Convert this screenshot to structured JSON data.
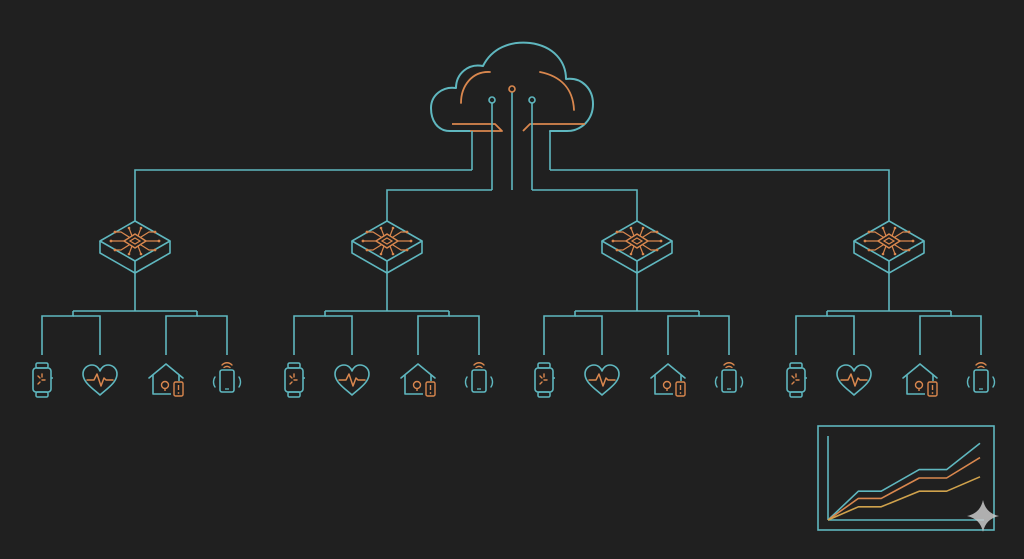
{
  "colors": {
    "background": "#202020",
    "primary_line": "#5fb7bf",
    "accent_line": "#d9874e",
    "amber_line": "#d0a24c",
    "sparkle": "#c9c9c9"
  },
  "diagram": {
    "cloud": {
      "icon": "cloud-icon"
    },
    "gateways": [
      {
        "icon": "chip-gateway-icon",
        "devices": [
          "smartwatch-icon",
          "heart-rate-icon",
          "smart-home-lock-icon",
          "smartphone-signal-icon"
        ]
      },
      {
        "icon": "chip-gateway-icon",
        "devices": [
          "smartwatch-icon",
          "heart-rate-icon",
          "smart-home-lock-icon",
          "smartphone-signal-icon"
        ]
      },
      {
        "icon": "chip-gateway-icon",
        "devices": [
          "smartwatch-icon",
          "heart-rate-icon",
          "smart-home-lock-icon",
          "smartphone-signal-icon"
        ]
      },
      {
        "icon": "chip-gateway-icon",
        "devices": [
          "smartwatch-icon",
          "heart-rate-icon",
          "smart-home-lock-icon",
          "smartphone-signal-icon"
        ]
      }
    ]
  },
  "mini_chart": {
    "icon": "line-chart-icon",
    "series": [
      {
        "color": "#5fb7bf",
        "values": [
          0,
          2.4,
          2.4,
          4.2,
          4.2,
          6.4
        ]
      },
      {
        "color": "#d9874e",
        "values": [
          0,
          1.8,
          1.8,
          3.5,
          3.5,
          5.2
        ]
      },
      {
        "color": "#d0a24c",
        "values": [
          0,
          1.1,
          1.1,
          2.4,
          2.4,
          3.6
        ]
      }
    ],
    "ylim": [
      0,
      7
    ]
  },
  "watermark": {
    "icon": "sparkle-icon"
  }
}
